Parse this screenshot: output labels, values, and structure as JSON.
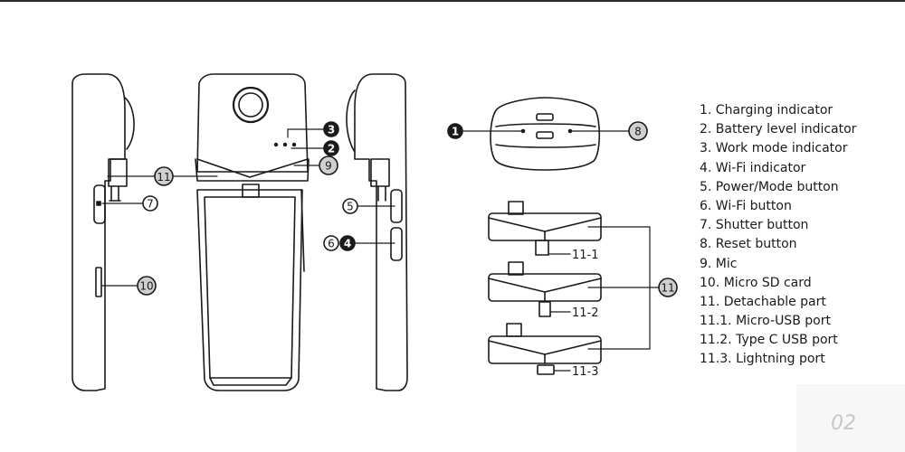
{
  "legend": [
    "1. Charging indicator",
    "2. Battery level indicator",
    "3. Work mode indicator",
    "4. Wi-Fi indicator",
    "5. Power/Mode button",
    "6. Wi-Fi button",
    "7. Shutter button",
    "8. Reset button",
    "9. Mic",
    "10. Micro SD card",
    "11. Detachable part",
    "11.1. Micro-USB port",
    "11.2. Type C USB port",
    "11.3. Lightning port"
  ],
  "callouts": {
    "c1": "1",
    "c2": "2",
    "c3": "3",
    "c4": "4",
    "c5": "5",
    "c6": "6",
    "c7": "7",
    "c8": "8",
    "c9": "9",
    "c10": "10",
    "c11_front": "11",
    "c11_parts": "11",
    "p11_1": "11-1",
    "p11_2": "11-2",
    "p11_3": "11-3"
  },
  "page_number": "02",
  "colors": {
    "line": "#1a1a1a",
    "callout_fill": "#1a1a1a",
    "callout_open": "#ffffff",
    "gray_callout": "#cfcfcf"
  }
}
